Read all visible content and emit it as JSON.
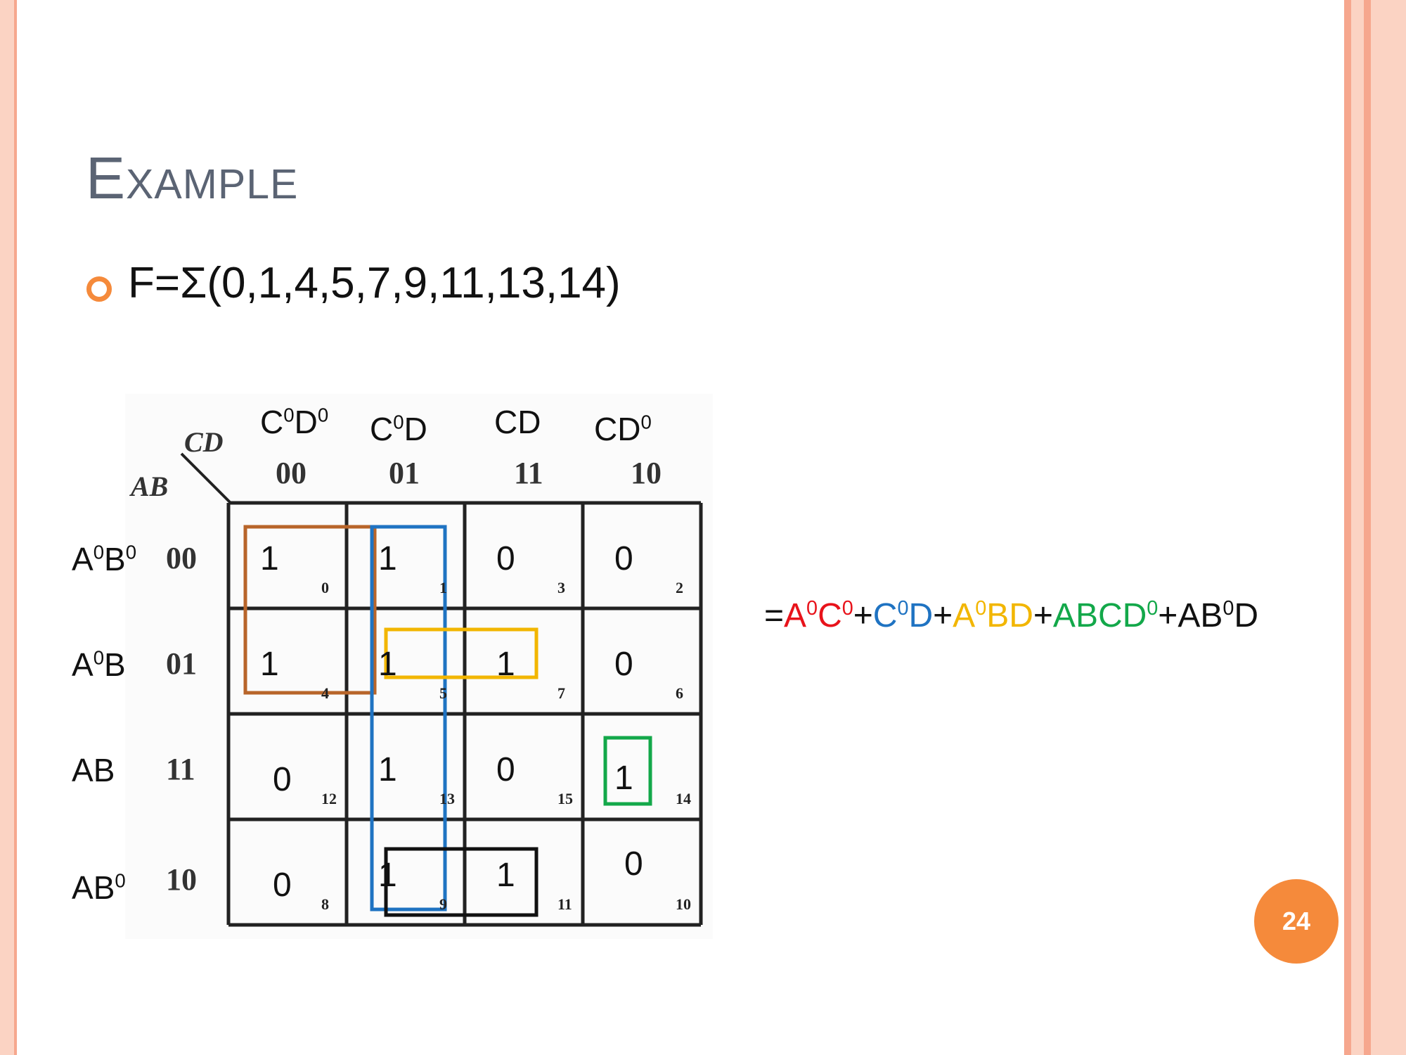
{
  "slide": {
    "title": "Example",
    "bullet": "F=Σ(0,1,4,5,7,9,11,13,14)",
    "page_number": "24"
  },
  "kmap": {
    "corner_cd": "CD",
    "corner_ab": "AB",
    "columns": [
      {
        "literal_base": "C",
        "literal_tail": "D",
        "code": "00",
        "sup_c": "0",
        "sup_d": "0"
      },
      {
        "literal_base": "C",
        "literal_tail": "D",
        "code": "01",
        "sup_c": "0",
        "sup_d": ""
      },
      {
        "literal_base": "C",
        "literal_tail": "D",
        "code": "11",
        "sup_c": "",
        "sup_d": ""
      },
      {
        "literal_base": "C",
        "literal_tail": "D",
        "code": "10",
        "sup_c": "",
        "sup_d": "0"
      }
    ],
    "rows": [
      {
        "a": "A",
        "sup_a": "0",
        "b": "B",
        "sup_b": "0",
        "code": "00"
      },
      {
        "a": "A",
        "sup_a": "0",
        "b": "B",
        "sup_b": "",
        "code": "01"
      },
      {
        "a": "A",
        "sup_a": "",
        "b": "B",
        "sup_b": "",
        "code": "11"
      },
      {
        "a": "A",
        "sup_a": "",
        "b": "B",
        "sup_b": "0",
        "code": "10"
      }
    ],
    "cells": [
      [
        {
          "value": "1",
          "index": "0"
        },
        {
          "value": "1",
          "index": "1"
        },
        {
          "value": "0",
          "index": "3"
        },
        {
          "value": "0",
          "index": "2"
        }
      ],
      [
        {
          "value": "1",
          "index": "4"
        },
        {
          "value": "1",
          "index": "5"
        },
        {
          "value": "1",
          "index": "7"
        },
        {
          "value": "0",
          "index": "6"
        }
      ],
      [
        {
          "value": "0",
          "index": "12"
        },
        {
          "value": "1",
          "index": "13"
        },
        {
          "value": "0",
          "index": "15"
        },
        {
          "value": "1",
          "index": "14"
        }
      ],
      [
        {
          "value": "0",
          "index": "8"
        },
        {
          "value": "1",
          "index": "9"
        },
        {
          "value": "1",
          "index": "11"
        },
        {
          "value": "0",
          "index": "10"
        }
      ]
    ],
    "groups": [
      {
        "color": "#b8652a",
        "rows": [
          0,
          1
        ],
        "cols": [
          0,
          1
        ]
      },
      {
        "color": "#1f73c2",
        "rows": [
          0,
          3
        ],
        "cols": [
          1,
          1
        ]
      },
      {
        "color": "#f2b600",
        "rows": [
          1,
          1
        ],
        "cols": [
          1,
          2
        ]
      },
      {
        "color": "#13a84a",
        "rows": [
          2,
          2
        ],
        "cols": [
          3,
          3
        ]
      },
      {
        "color": "#111111",
        "rows": [
          3,
          3
        ],
        "cols": [
          1,
          2
        ]
      }
    ]
  },
  "expression": {
    "eq": "=",
    "terms": [
      {
        "parts": [
          "A",
          "0",
          "C",
          "0"
        ],
        "color": "#e8131b"
      },
      {
        "sep": "+"
      },
      {
        "parts": [
          "C",
          "0",
          "D",
          ""
        ],
        "color": "#1f73c2"
      },
      {
        "sep": "+"
      },
      {
        "parts": [
          "A",
          "0",
          "BD",
          ""
        ],
        "color": "#f2b600"
      },
      {
        "sep": "+"
      },
      {
        "parts": [
          "ABCD",
          "0"
        ],
        "color": "#13a84a"
      },
      {
        "sep": "+"
      },
      {
        "parts": [
          "AB",
          "0",
          "D",
          ""
        ],
        "color": "#111111"
      }
    ]
  }
}
